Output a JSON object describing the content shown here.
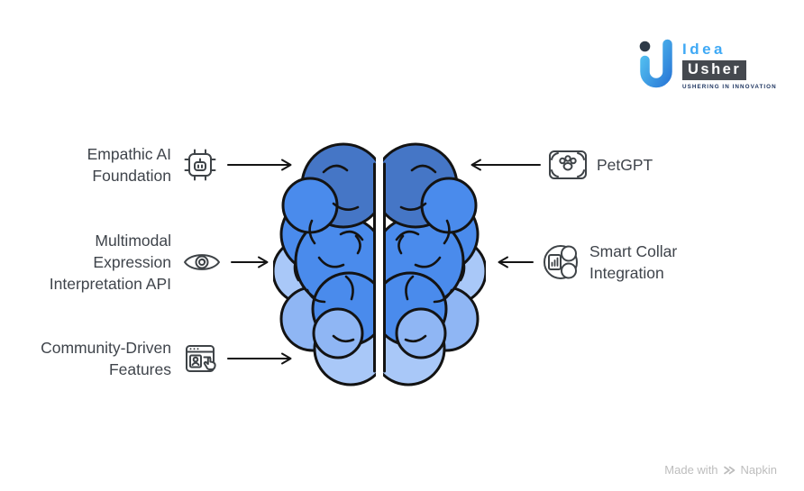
{
  "colors": {
    "background": "#FFFFFF",
    "label_text": "#3F444B",
    "icon_stroke": "#3E4347",
    "arrow": "#141414",
    "brain": {
      "outline": "#131313",
      "dark": "#4576C6",
      "bright": "#4A8BEC",
      "light": "#8FB6F4",
      "lighter": "#A9C8F8"
    }
  },
  "logo": {
    "brand_top": "Idea",
    "brand_bottom": "Usher",
    "tagline": "USHERING IN INNOVATION",
    "idea_color": "#3FA9F5",
    "usher_bg": "#45494F",
    "tagline_color": "#1E3560"
  },
  "items_left": [
    {
      "id": "empathic-ai-foundation",
      "icon": "ai-chip-icon",
      "lines": [
        "Empathic AI",
        "Foundation"
      ]
    },
    {
      "id": "multimodal-expression-interpretation-api",
      "icon": "eye-icon",
      "lines": [
        "Multimodal",
        "Expression",
        "Interpretation API"
      ]
    },
    {
      "id": "community-driven-features",
      "icon": "community-browser-icon",
      "lines": [
        "Community-Driven",
        "Features"
      ]
    }
  ],
  "items_right": [
    {
      "id": "petgpt",
      "icon": "pet-photo-frame-icon",
      "lines": [
        "PetGPT"
      ]
    },
    {
      "id": "smart-collar-integration",
      "icon": "smart-collar-icon",
      "lines": [
        "Smart Collar",
        "Integration"
      ]
    }
  ],
  "footer": {
    "credit_prefix": "Made with",
    "credit_brand": "Napkin"
  }
}
